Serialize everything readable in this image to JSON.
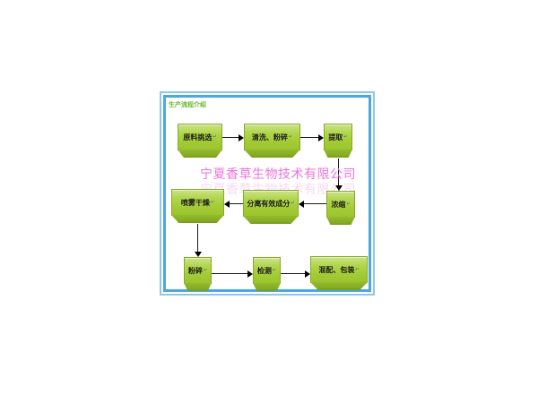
{
  "page": {
    "background": "#ffffff"
  },
  "frame": {
    "outer_border_color": "#8dc7ee",
    "inner_border_color": "#4ea7de",
    "caption": "生产流程介绍",
    "caption_color": "#66b82b"
  },
  "watermark": {
    "text": "宁夏香草生物技术有限公司",
    "color": "#ee72dc"
  },
  "diagram": {
    "box_fill": "#a4cc37",
    "box_border": "#84ab24",
    "box_bevel": "#84ab22",
    "arrow_color": "#000000",
    "return_mark": "↵",
    "boxes": [
      {
        "id": "raw-material-selection",
        "label": "原料挑选"
      },
      {
        "id": "washing-crushing",
        "label": "清洗、粉碎"
      },
      {
        "id": "extraction",
        "label": "提取"
      },
      {
        "id": "concentration",
        "label": "浓缩"
      },
      {
        "id": "separate-active-ingredients",
        "label": "分离有效成分"
      },
      {
        "id": "spray-drying",
        "label": "喷雾干燥"
      },
      {
        "id": "crushing",
        "label": "粉碎"
      },
      {
        "id": "testing",
        "label": "检测"
      },
      {
        "id": "mixing-packaging",
        "label": "混配、包装"
      }
    ],
    "connections": [
      {
        "from": "原料挑选",
        "to": "清洗、粉碎"
      },
      {
        "from": "清洗、粉碎",
        "to": "提取"
      },
      {
        "from": "提取",
        "to": "浓缩"
      },
      {
        "from": "浓缩",
        "to": "分离有效成分"
      },
      {
        "from": "分离有效成分",
        "to": "喷雾干燥"
      },
      {
        "from": "喷雾干燥",
        "to": "粉碎"
      },
      {
        "from": "粉碎",
        "to": "检测"
      },
      {
        "from": "检测",
        "to": "混配、包装"
      }
    ]
  }
}
